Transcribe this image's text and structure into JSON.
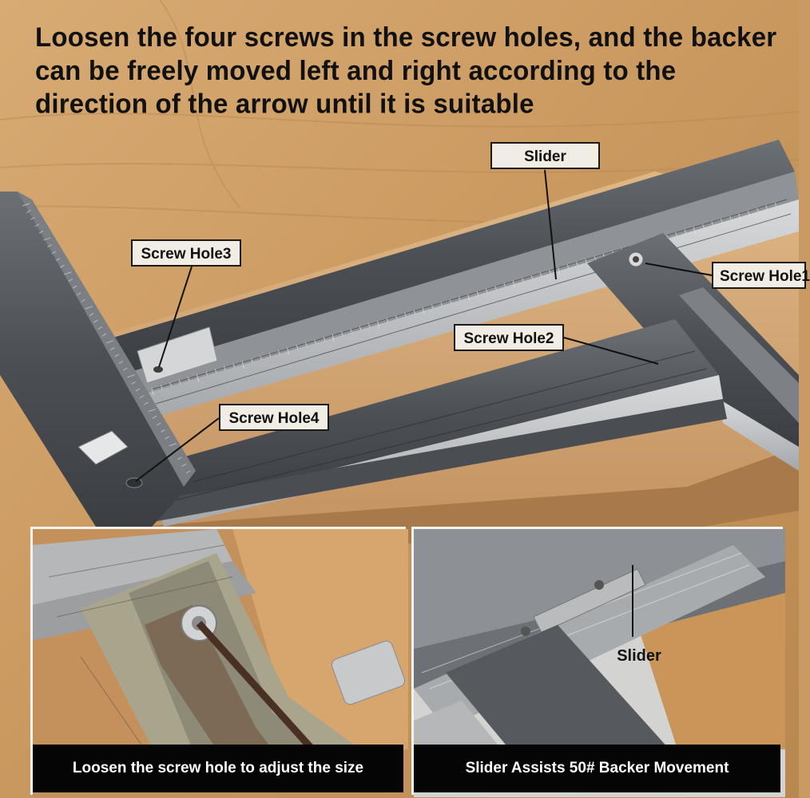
{
  "headline": "Loosen the four screws in the screw holes, and the backer can be freely moved left and right according to the direction of the arrow until it is suitable",
  "callouts": {
    "slider": "Slider",
    "screw_hole_1": "Screw Hole1",
    "screw_hole_2": "Screw Hole2",
    "screw_hole_3": "Screw Hole3",
    "screw_hole_4": "Screw Hole4"
  },
  "insets": {
    "left_caption": "Loosen the screw hole to adjust the size",
    "right_caption": "Slider Assists 50# Backer Movement",
    "right_label": "Slider"
  },
  "colors": {
    "wood": "#c99a63",
    "rail_dark": "#55595e",
    "rail_light": "#b9bcbf",
    "caption_bg": "#050505",
    "callout_bg": "#f1ece4"
  }
}
